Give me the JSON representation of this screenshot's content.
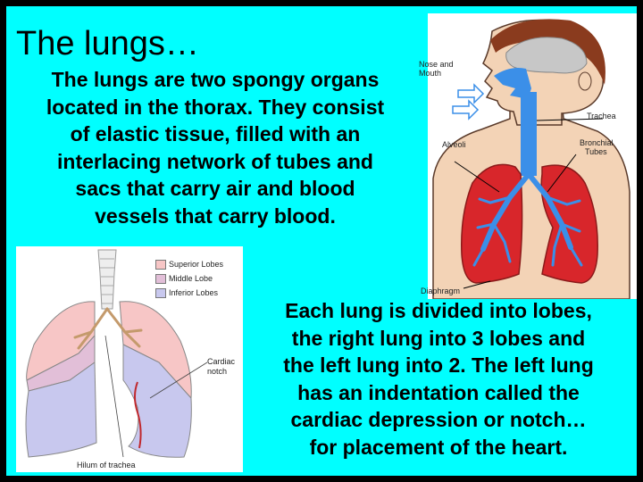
{
  "slide": {
    "title": "The lungs…",
    "paragraph_1_lines": [
      "The lungs are two spongy organs",
      "located in the thorax. They consist",
      "of elastic tissue, filled with an",
      "interlacing network of tubes and",
      "sacs that carry air and blood",
      "vessels that carry blood."
    ],
    "paragraph_2_lines": [
      "Each lung is divided into lobes,",
      "the right lung into 3 lobes and",
      "the left lung into 2. The left lung",
      "has an indentation called the",
      "cardiac depression or notch…",
      "for placement of the heart."
    ]
  },
  "body_diagram": {
    "labels": {
      "nose_line1": "Nose and",
      "nose_line2": "Mouth",
      "trachea": "Trachea",
      "alveoli": "Alveoli",
      "bronchial_line1": "Bronchial",
      "bronchial_line2": "Tubes",
      "diaphragm": "Diaphragm"
    }
  },
  "lobes_diagram": {
    "legend": [
      {
        "label": "Superior Lobes",
        "color": "#f7c6c6"
      },
      {
        "label": "Middle Lobe",
        "color": "#e2bfd8"
      },
      {
        "label": "Inferior Lobes",
        "color": "#c8c8ee"
      }
    ],
    "cardiac_line1": "Cardiac",
    "cardiac_line2": "notch",
    "hilum": "Hilum of trachea"
  },
  "colors": {
    "background": "#00ffff",
    "border": "#000000",
    "skin": "#f3d3b6",
    "hair": "#8a3b1e",
    "brain": "#c7c7c7",
    "airway": "#3b8fe8",
    "lung": "#d8262b"
  }
}
